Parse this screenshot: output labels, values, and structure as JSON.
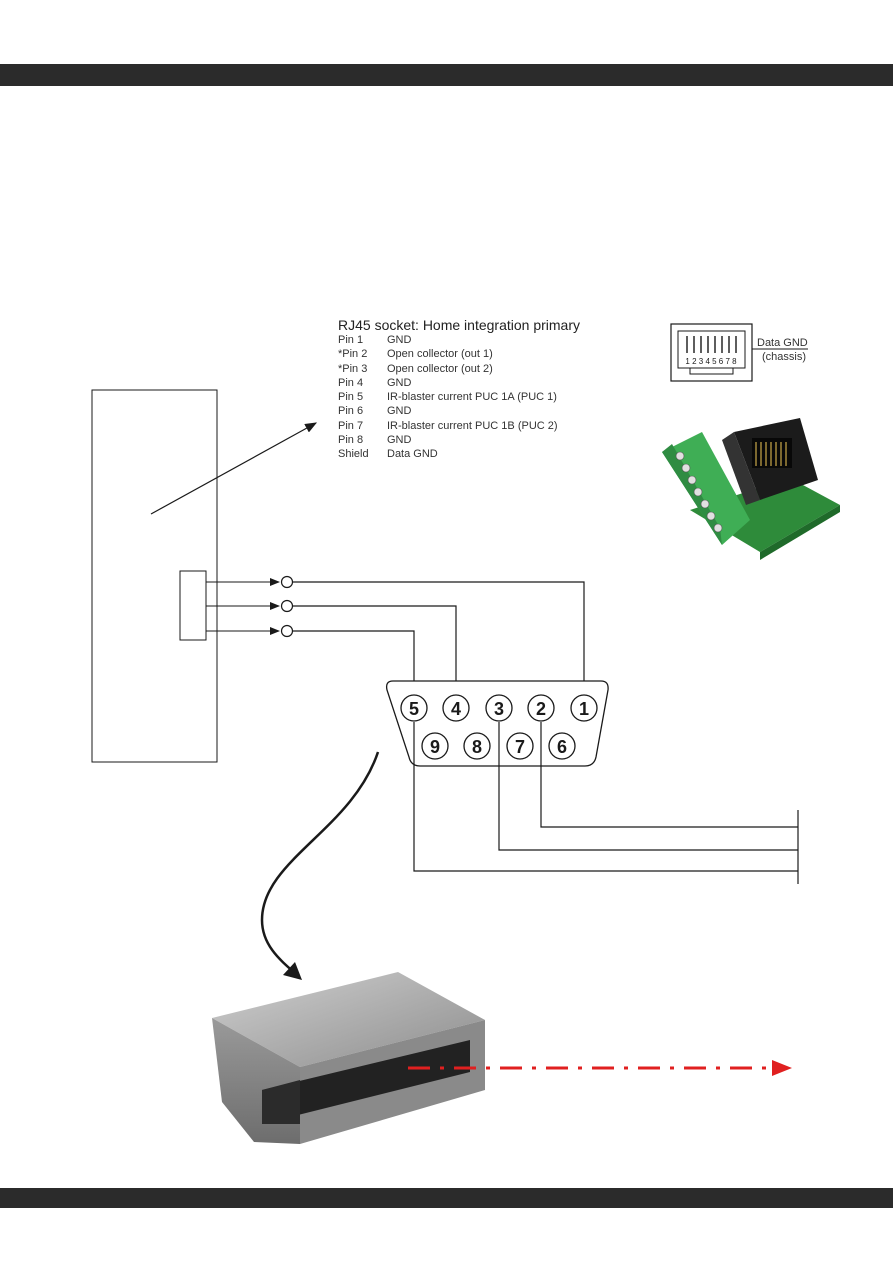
{
  "rj45": {
    "title": "RJ45 socket: Home integration primary",
    "pins": [
      {
        "pin": "Pin 1",
        "function": "GND"
      },
      {
        "pin": "*Pin 2",
        "function": "Open collector (out 1)"
      },
      {
        "pin": "*Pin 3",
        "function": "Open collector (out 2)"
      },
      {
        "pin": "Pin 4",
        "function": "GND"
      },
      {
        "pin": "Pin 5",
        "function": "IR-blaster current PUC 1A (PUC 1)"
      },
      {
        "pin": "Pin 6",
        "function": "GND"
      },
      {
        "pin": "Pin 7",
        "function": "IR-blaster current PUC 1B (PUC 2)"
      },
      {
        "pin": "Pin 8",
        "function": "GND"
      },
      {
        "pin": "Shield",
        "function": "Data GND"
      }
    ],
    "socket_pin_numbers": "1 2 3 4 5 6 7 8",
    "data_gnd_label": "Data GND",
    "chassis_label": "(chassis)"
  },
  "db9": {
    "top_row": [
      "5",
      "4",
      "3",
      "2",
      "1"
    ],
    "bottom_row": [
      "9",
      "8",
      "7",
      "6"
    ]
  },
  "colors": {
    "bar": "#2b2b2b",
    "line": "#1a1a1a",
    "arrow_red": "#e02020",
    "pcb_green": "#2e8b3a",
    "terminal_green": "#3fae55",
    "box_grey": "#9a9a9a"
  }
}
